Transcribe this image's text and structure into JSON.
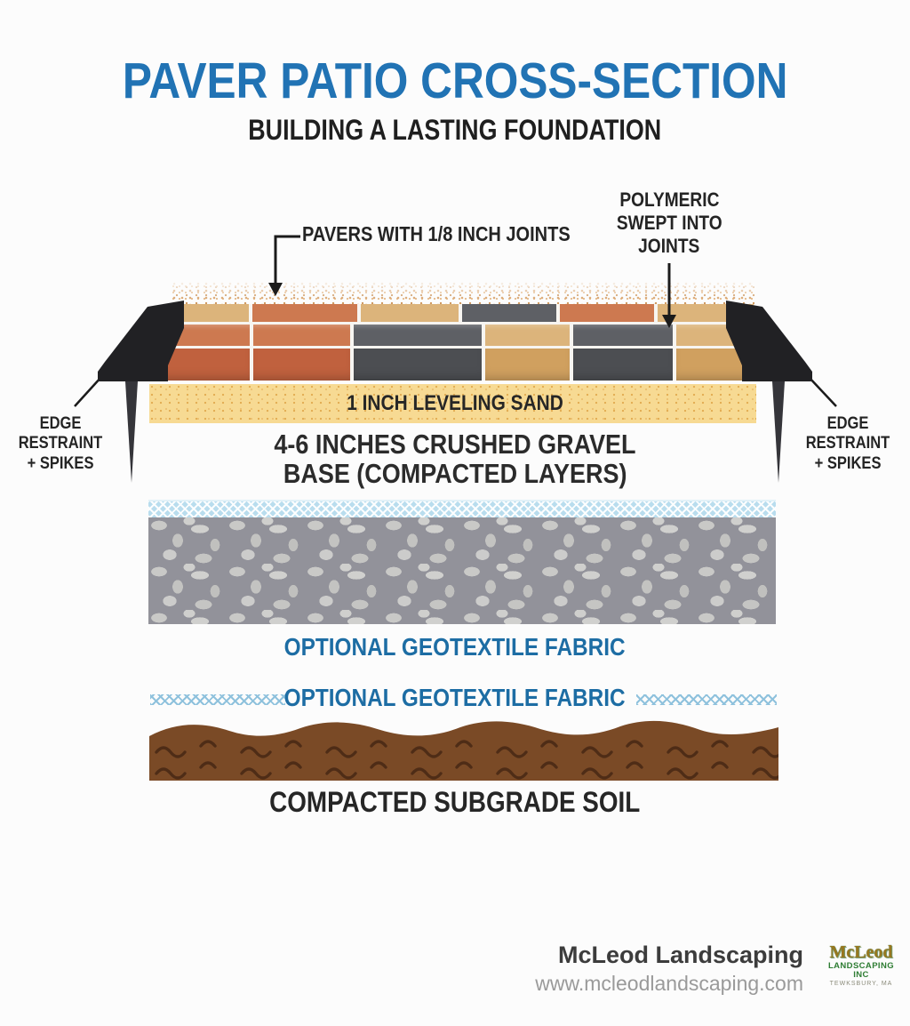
{
  "header": {
    "title": "PAVER PATIO CROSS-SECTION",
    "subtitle": "BUILDING A LASTING FOUNDATION"
  },
  "callouts": {
    "pavers_joints": "PAVERS WITH 1/8 INCH JOINTS",
    "polymeric_line1": "POLYMERIC",
    "polymeric_line2": "SWEPT INTO",
    "polymeric_line3": "JOINTS",
    "edge_left_line1": "EDGE RESTRAINT",
    "edge_left_line2": "+ SPIKES",
    "edge_right_line1": "EDGE RESTRAINT",
    "edge_right_line2": "+ SPIKES"
  },
  "layers": {
    "leveling_sand": "1 INCH LEVELING SAND",
    "gravel_line1": "4-6 INCHES CRUSHED GRAVEL",
    "gravel_line2": "BASE (COMPACTED LAYERS)",
    "geotextile_upper": "OPTIONAL GEOTEXTILE FABRIC",
    "geotextile_lower": "OPTIONAL GEOTEXTILE FABRIC",
    "subgrade": "COMPACTED SUBGRADE SOIL"
  },
  "pavers": {
    "palette_top": {
      "tan": "#dcb47b",
      "orange": "#cd7950",
      "gray": "#5e6065"
    },
    "palette_front": {
      "tan": "#d0a05f",
      "orange": "#c0613e",
      "gray": "#4c4e52"
    },
    "back_row": [
      "tan",
      "orange",
      "tan",
      "gray",
      "orange",
      "tan"
    ],
    "front_row": [
      "orange",
      "orange",
      "gray",
      "tan",
      "gray",
      "tan"
    ]
  },
  "colors": {
    "title_blue": "#2173b4",
    "geotextile_blue": "#1d6da4",
    "sand": "#f7da93",
    "fabric_blue": "#b9ddee",
    "gravel_bg": "#92929a",
    "soil_brown": "#7a4a26",
    "soil_squiggle": "#4e2c16",
    "restraint_black": "#212124",
    "spike_gray": "#35353a",
    "arrow_black": "#1b1b1b"
  },
  "footer": {
    "company": "McLeod Landscaping",
    "website": "www.mcleodlandscaping.com",
    "logo_name": "McLeod",
    "logo_line2": "LANDSCAPING INC",
    "logo_line3": "TEWKSBURY, MA"
  }
}
